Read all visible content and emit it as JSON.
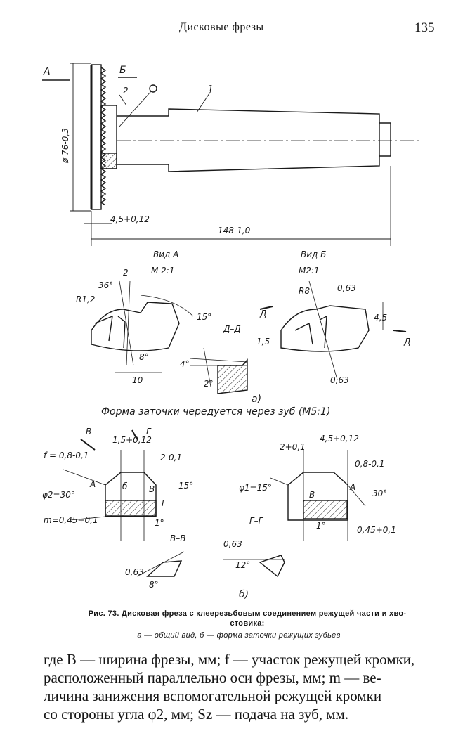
{
  "header": {
    "title": "Дисковые фрезы",
    "page_number": "135"
  },
  "figure": {
    "top_view": {
      "labels": {
        "view_a_arrow": "A",
        "view_b_arrow": "Б",
        "part_1": "1",
        "part_2": "2",
        "diameter": "ø 76-0,3",
        "width": "4,5+0,12",
        "length": "148-1,0"
      }
    },
    "view_a": {
      "title": "Вид А",
      "scale": "М 2:1",
      "angle": "36°",
      "num": "2",
      "radius": "R1,2",
      "angle2": "15°",
      "angle3": "8°",
      "dim": "10"
    },
    "view_b": {
      "title": "Вид Б",
      "scale": "М2:1",
      "radius": "R8",
      "dim1": "0,63",
      "dim2": "4,5",
      "dim3": "0,63",
      "arrow": "Д"
    },
    "section_d": {
      "title": "Д–Д",
      "dim": "1,5",
      "angle1": "4°",
      "angle2": "2°",
      "arrow": "Д"
    },
    "label_a": "а)",
    "sharpening_note": "Форма заточки чередуется через зуб (М5:1)",
    "bottom_left": {
      "v": "В",
      "g": "Г",
      "width": "1,5+0,12",
      "f": "f = 0,8-0,1",
      "rel": "2-0,1",
      "phi2": "φ2=30°",
      "A": "А",
      "b": "б",
      "B": "В",
      "G": "Г",
      "ang": "15°",
      "m": "m=0,45+0,1",
      "ang1": "1°",
      "section": "В–В",
      "dim": "0,63",
      "ang8": "8°"
    },
    "bottom_right": {
      "dim1": "2+0,1",
      "dim2": "4,5+0,12",
      "dim3": "0,8-0,1",
      "phi1": "φ1=15°",
      "B": "В",
      "A": "А",
      "ang30": "30°",
      "ang1": "1°",
      "dim4": "0,45+0,1",
      "section": "Г–Г",
      "dim": "0,63",
      "ang12": "12°"
    },
    "label_b": "б)"
  },
  "caption": {
    "line1": "Рис. 73. Дисковая фреза с клеерезьбовым соединением режущей части и хво-",
    "line2": "стовика:",
    "line3": "а — общий вид, б — форма заточки режущих зубьев"
  },
  "body_lines": [
    "где B — ширина фрезы, мм; f — участок режущей кромки,",
    "расположенный параллельно оси фрезы, мм; m — ве-",
    "личина занижения вспомогательной режущей кромки",
    "со стороны угла φ2, мм; Sz — подача на зуб, мм."
  ]
}
